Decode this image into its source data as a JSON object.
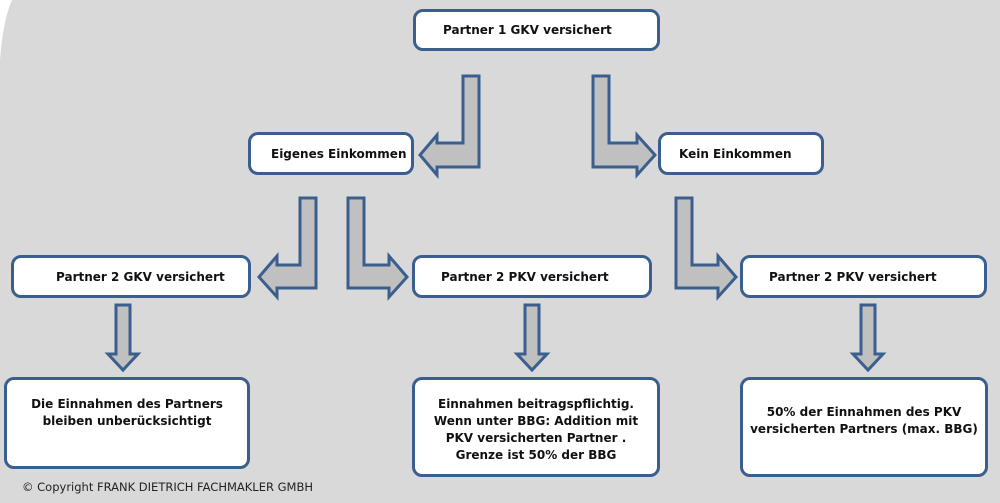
{
  "diagram": {
    "colors": {
      "background": "#d9d9d9",
      "box_fill": "#ffffff",
      "box_border": "#3a5f8f",
      "arrow_fill": "#c0c0c0",
      "arrow_stroke": "#3a5f8f"
    },
    "nodes": {
      "root": "Partner 1 GKV versichert",
      "own_income": "Eigenes Einkommen",
      "no_income": "Kein Einkommen",
      "p2_gkv": "Partner 2 GKV versichert",
      "p2_pkv_a": "Partner 2 PKV versichert",
      "p2_pkv_b": "Partner 2 PKV versichert",
      "result_gkv": [
        "Die Einnahmen des Partners",
        "bleiben unberücksichtigt"
      ],
      "result_pkv_a": [
        "Einnahmen beitragspflichtig.",
        "Wenn unter BBG: Addition mit",
        "PKV versicherten Partner .",
        "Grenze ist 50% der BBG"
      ],
      "result_pkv_b": [
        "50% der Einnahmen  des PKV",
        "versicherten Partners (max. BBG)"
      ]
    },
    "edges": [
      {
        "from": "root",
        "to": "own_income"
      },
      {
        "from": "root",
        "to": "no_income"
      },
      {
        "from": "own_income",
        "to": "p2_gkv"
      },
      {
        "from": "own_income",
        "to": "p2_pkv_a"
      },
      {
        "from": "no_income",
        "to": "p2_pkv_b"
      },
      {
        "from": "p2_gkv",
        "to": "result_gkv"
      },
      {
        "from": "p2_pkv_a",
        "to": "result_pkv_a"
      },
      {
        "from": "p2_pkv_b",
        "to": "result_pkv_b"
      }
    ],
    "copyright": "© Copyright FRANK DIETRICH FACHMAKLER GMBH"
  }
}
